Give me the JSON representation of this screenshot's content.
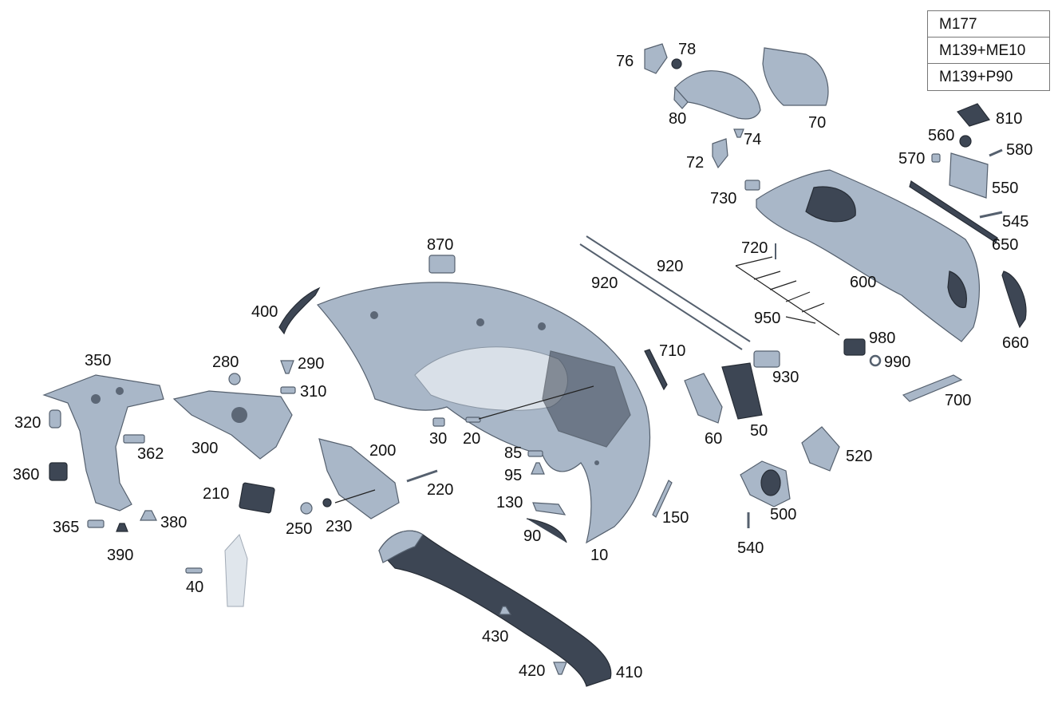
{
  "legend": [
    "M177",
    "M139+ME10",
    "M139+P90"
  ],
  "callouts": {
    "n10": "10",
    "n20": "20",
    "n30": "30",
    "n40": "40",
    "n50": "50",
    "n60": "60",
    "n70": "70",
    "n72": "72",
    "n74": "74",
    "n76": "76",
    "n78": "78",
    "n80": "80",
    "n85": "85",
    "n90": "90",
    "n95": "95",
    "n130": "130",
    "n150": "150",
    "n200": "200",
    "n210": "210",
    "n220": "220",
    "n230": "230",
    "n250": "250",
    "n280": "280",
    "n290": "290",
    "n300": "300",
    "n310": "310",
    "n320": "320",
    "n350": "350",
    "n360": "360",
    "n362": "362",
    "n365": "365",
    "n380": "380",
    "n390": "390",
    "n400": "400",
    "n410": "410",
    "n420": "420",
    "n430": "430",
    "n500": "500",
    "n520": "520",
    "n540": "540",
    "n545": "545",
    "n550": "550",
    "n560": "560",
    "n570": "570",
    "n580": "580",
    "n600": "600",
    "n650": "650",
    "n660": "660",
    "n700": "700",
    "n710": "710",
    "n720": "720",
    "n730": "730",
    "n810": "810",
    "n870": "870",
    "n920a": "920",
    "n920b": "920",
    "n930": "930",
    "n950": "950",
    "n980": "980",
    "n990": "990"
  }
}
